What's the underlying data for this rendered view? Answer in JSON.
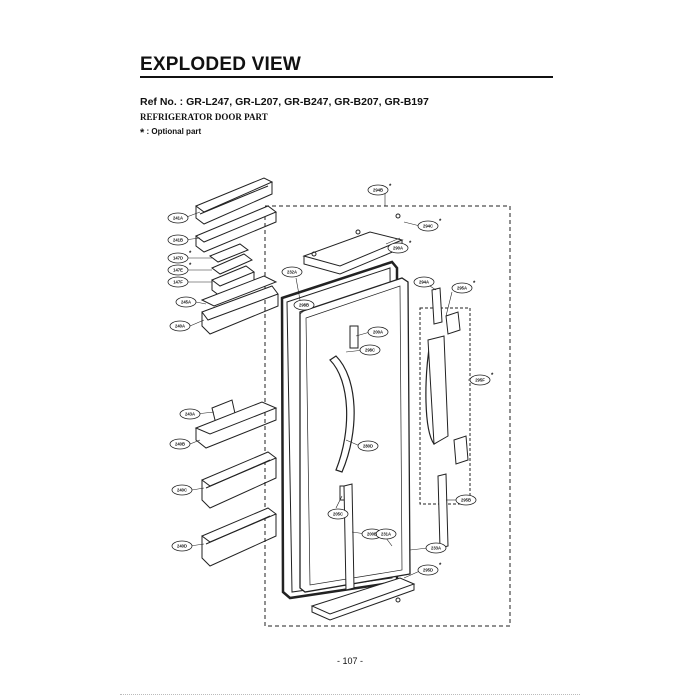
{
  "title": "EXPLODED VIEW",
  "ref_line": "Ref No. : GR-L247, GR-L207, GR-B247, GR-B207, GR-B197",
  "subtitle": "REFRIGERATOR DOOR PART",
  "optional_note": {
    "star": "*",
    "text": " : Optional part"
  },
  "page_number": "- 107 -",
  "labels": {
    "l294b": "294B",
    "l290a": "290A",
    "l294c": "294C",
    "l241a": "241A",
    "l241b": "241B",
    "l147d": "147D",
    "l147e": "147E",
    "l147f": "147F",
    "l232a": "232A",
    "l298b": "298B",
    "l294a": "294A",
    "l295a": "295A",
    "l245a": "245A",
    "l240a": "240A",
    "l200a": "200A",
    "l298c": "298C",
    "l295f": "295F",
    "l243a": "243A",
    "l240b": "240B",
    "l280d": "280D",
    "l240c": "240C",
    "l240d": "240D",
    "l295b": "295B",
    "l205c": "205C",
    "l200b": "200B",
    "l231a": "231A",
    "l233a": "233A",
    "l295d": "295D"
  }
}
